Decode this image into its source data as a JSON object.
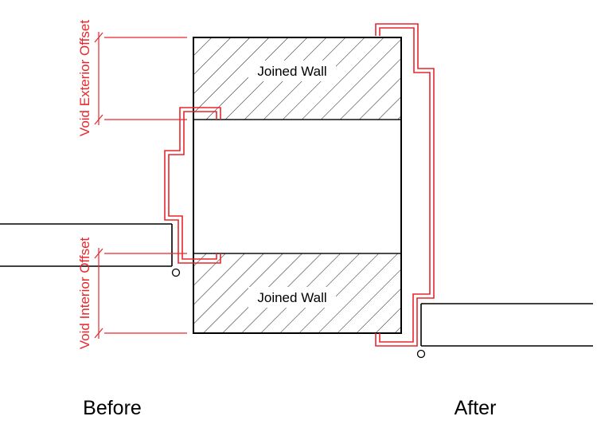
{
  "walls": {
    "top_label": "Joined Wall",
    "bottom_label": "Joined Wall"
  },
  "dimensions": {
    "exterior_offset": "Void Exterior Offset",
    "interior_offset": "Void Interior Offset"
  },
  "captions": {
    "before": "Before",
    "after": "After"
  },
  "colors": {
    "outline": "#000000",
    "void_line": "#e8262b",
    "dimension_text": "#e8262b",
    "background": "#ffffff"
  }
}
